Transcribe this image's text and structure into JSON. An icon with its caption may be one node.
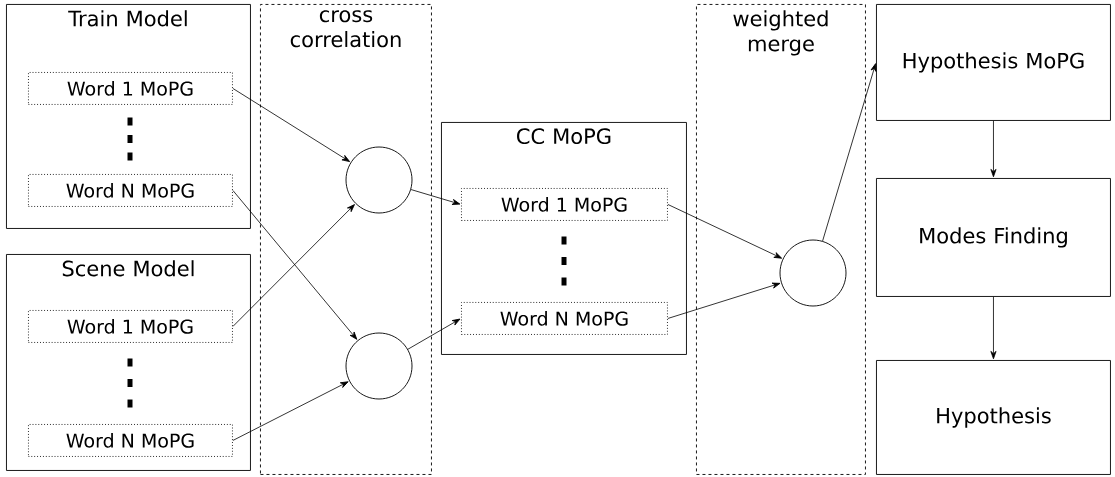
{
  "diagram": {
    "nodes": [
      {
        "text": [
          "Train Model"
        ]
      },
      {
        "text": [
          "Word 1 MoPG"
        ],
        "in": 0
      },
      {
        "text": [
          "Word N MoPG"
        ],
        "in": 0
      },
      {
        "text": [
          "Scene Model"
        ]
      },
      {
        "text": [
          "Word 1 MoPG"
        ],
        "in": 3
      },
      {
        "text": [
          "Word N MoPG"
        ],
        "in": 3
      },
      {
        "text": [
          "cross correlation"
        ]
      },
      {
        "text": [],
        "shape": "circle",
        "in": 6
      },
      {
        "text": [],
        "shape": "circle",
        "in": 6
      },
      {
        "text": [
          "CC MoPG"
        ]
      },
      {
        "text": [
          "Word 1 MoPG"
        ],
        "in": 9
      },
      {
        "text": [
          "Word N MoPG"
        ],
        "in": 9
      },
      {
        "text": [
          "weighted merge"
        ]
      },
      {
        "text": [],
        "shape": "circle",
        "in": 12
      },
      {
        "text": [
          "Hypothesis MoPG"
        ]
      },
      {
        "text": [
          "Modes Finding"
        ]
      },
      {
        "text": [
          "Hypothesis"
        ]
      }
    ],
    "edges": [
      {
        "from": 1,
        "to": 7,
        "arrow": "to"
      },
      {
        "from": 4,
        "to": 7,
        "arrow": "to"
      },
      {
        "from": 2,
        "to": 8,
        "arrow": "to"
      },
      {
        "from": 5,
        "to": 8,
        "arrow": "to"
      },
      {
        "from": 7,
        "to": 10,
        "arrow": "to"
      },
      {
        "from": 8,
        "to": 11,
        "arrow": "to"
      },
      {
        "from": 10,
        "to": 13,
        "arrow": "to"
      },
      {
        "from": 11,
        "to": 13,
        "arrow": "to"
      },
      {
        "from": 13,
        "to": 14,
        "arrow": "to"
      },
      {
        "from": 14,
        "to": 15,
        "arrow": "to"
      },
      {
        "from": 15,
        "to": 16,
        "arrow": "to"
      }
    ]
  }
}
